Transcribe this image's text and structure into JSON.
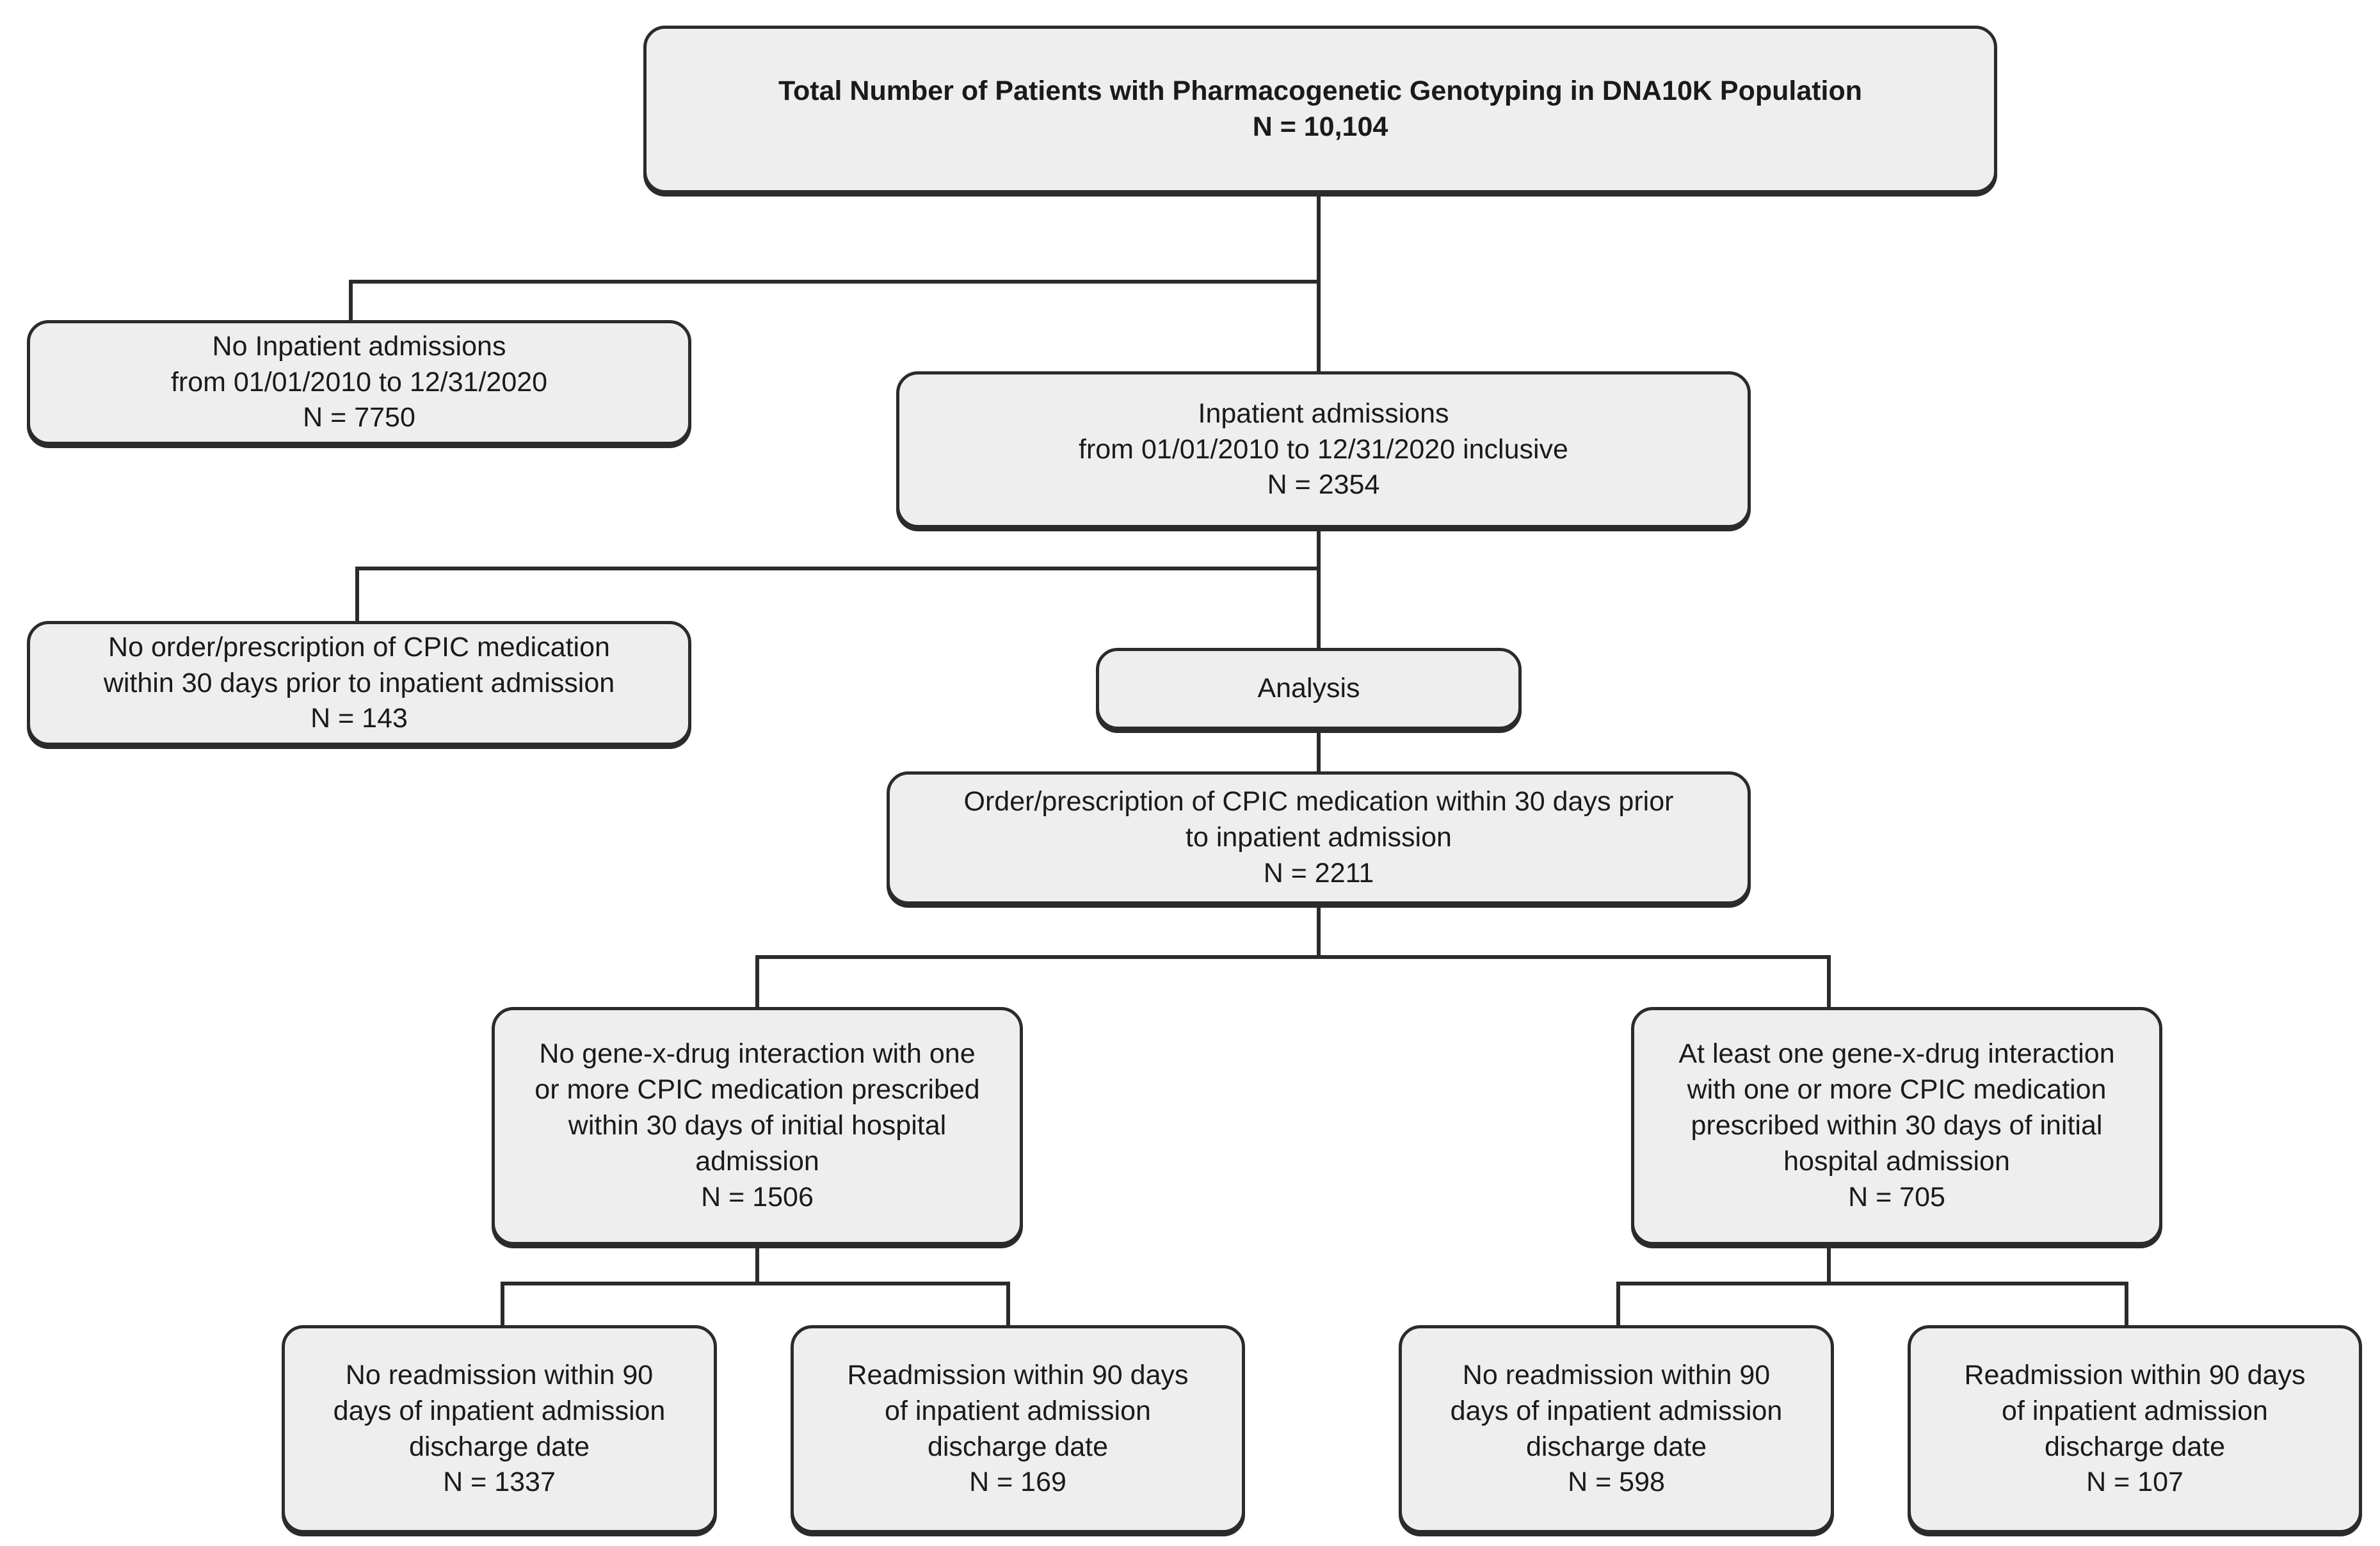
{
  "diagram": {
    "title": "Patient Cohort Selection Flowchart",
    "type": "flowchart",
    "colors": {
      "node_fill": "#eeeeee",
      "node_border": "#2b2b2b",
      "edge": "#2b2b2b",
      "text": "#1a1a1a",
      "background": "#ffffff"
    }
  },
  "nodes": {
    "total_population": {
      "text": "Total Number of Patients with Pharmacogenetic Genotyping in DNA10K Population\nN = 10,104",
      "n": "10,104"
    },
    "no_inpatient": {
      "text": "No Inpatient admissions\nfrom 01/01/2010 to 12/31/2020\nN = 7750",
      "n": "7750"
    },
    "inpatient": {
      "text": "Inpatient admissions\nfrom 01/01/2010 to 12/31/2020 inclusive\nN = 2354",
      "n": "2354"
    },
    "no_cpic_order": {
      "text": "No order/prescription of CPIC medication\nwithin 30 days prior to inpatient admission\nN = 143",
      "n": "143"
    },
    "analysis": {
      "text": "Analysis"
    },
    "cpic_order": {
      "text": "Order/prescription of CPIC medication within 30 days prior\nto inpatient admission\nN = 2211",
      "n": "2211"
    },
    "no_interaction": {
      "text": "No gene-x-drug interaction with one\nor more CPIC medication prescribed\nwithin 30 days of initial hospital\nadmission\nN = 1506",
      "n": "1506"
    },
    "has_interaction": {
      "text": "At least one gene-x-drug interaction\nwith one or more CPIC medication\nprescribed within 30 days of initial\nhospital admission\nN = 705",
      "n": "705"
    },
    "no_readmit_left": {
      "text": "No readmission within 90\ndays of inpatient admission\ndischarge date\nN = 1337",
      "n": "1337"
    },
    "readmit_left": {
      "text": "Readmission within 90 days\nof inpatient admission\ndischarge date\nN = 169",
      "n": "169"
    },
    "no_readmit_right": {
      "text": "No readmission within 90\ndays of inpatient admission\ndischarge date\nN = 598",
      "n": "598"
    },
    "readmit_right": {
      "text": "Readmission within 90 days\nof inpatient admission\ndischarge date\nN = 107",
      "n": "107"
    }
  }
}
